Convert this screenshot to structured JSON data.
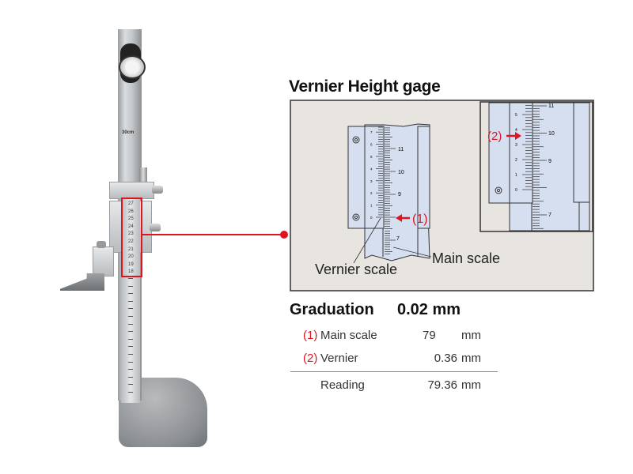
{
  "title": "Vernier Height gage",
  "photo": {
    "scale_numbers": [
      "27",
      "26",
      "25",
      "24",
      "23",
      "22",
      "21",
      "20",
      "19",
      "18"
    ],
    "beam_label": "30cm"
  },
  "diagram": {
    "main_view": {
      "main_scale_labels": [
        "11",
        "10",
        "9",
        "7"
      ],
      "vernier_labels": [
        "0",
        "1",
        "2",
        "3",
        "4",
        "5",
        "6",
        "7"
      ],
      "callout": "(1)",
      "vernier_scale_label": "Vernier scale",
      "main_scale_label": "Main scale"
    },
    "inset_view": {
      "main_scale_labels": [
        "11",
        "10",
        "9",
        "7"
      ],
      "vernier_labels": [
        "0",
        "1",
        "2",
        "3",
        "4",
        "5"
      ],
      "callout": "(2)"
    }
  },
  "reading": {
    "graduation_label": "Graduation",
    "graduation_value": "0.02 mm",
    "rows": [
      {
        "marker": "(1)",
        "label": "Main scale",
        "value": "79",
        "unit": "mm"
      },
      {
        "marker": "(2)",
        "label": "Vernier",
        "value": "0.36",
        "unit": "mm"
      }
    ],
    "total": {
      "label": "Reading",
      "value": "79.36",
      "unit": "mm"
    }
  },
  "colors": {
    "accent": "#e0141e",
    "panel": "#e8e4e0",
    "scale": "#d6dff0"
  }
}
